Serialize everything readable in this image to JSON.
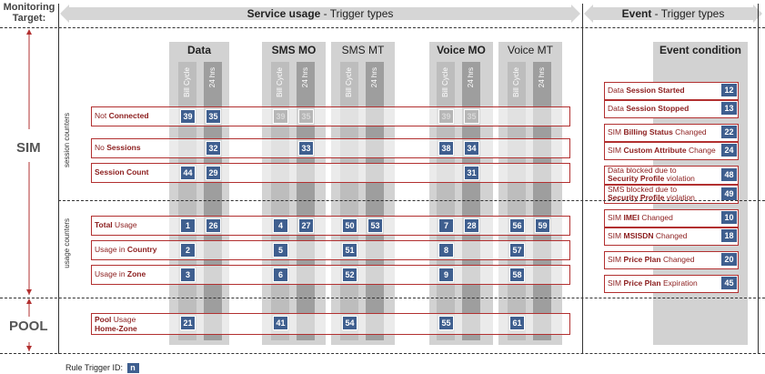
{
  "header": {
    "monitoring_target": "Monitoring Target:",
    "service_usage_bold": "Service usage",
    "service_usage_rest": " - Trigger types",
    "event_bold": "Event",
    "event_rest": " - Trigger types"
  },
  "side": {
    "sim": "SIM",
    "pool": "POOL",
    "session_counters": "session counters",
    "usage_counters": "usage counters"
  },
  "columns": [
    {
      "name": "Data",
      "bold": true
    },
    {
      "name": "SMS MO",
      "bold": true
    },
    {
      "name": "SMS MT",
      "bold": false
    },
    {
      "name": "Voice MO",
      "bold": true
    },
    {
      "name": "Voice MT",
      "bold": false
    }
  ],
  "strip_labels": {
    "bill_cycle": "Bill Cycle",
    "hrs24": "24 hrs"
  },
  "rows": [
    {
      "pre": "Not ",
      "bold": "Connected",
      "post": "",
      "line2": ""
    },
    {
      "pre": "No ",
      "bold": "Sessions",
      "post": "",
      "line2": ""
    },
    {
      "pre": "",
      "bold": "Session Count",
      "post": "",
      "line2": ""
    },
    {
      "pre": "",
      "bold": "Total",
      "post": " Usage",
      "line2": ""
    },
    {
      "pre": "Usage in ",
      "bold": "Country",
      "post": "",
      "line2": ""
    },
    {
      "pre": "Usage in ",
      "bold": "Zone",
      "post": "",
      "line2": ""
    },
    {
      "pre": "",
      "bold": "Pool",
      "post": " Usage",
      "line2": "Home-Zone"
    }
  ],
  "badges": {
    "r0": [
      "39",
      "35",
      "39",
      "35",
      "39",
      "35"
    ],
    "r1": [
      "32",
      "33",
      "38",
      "34"
    ],
    "r2": [
      "44",
      "29",
      "31"
    ],
    "r3": [
      "1",
      "26",
      "4",
      "27",
      "50",
      "53",
      "7",
      "28",
      "56",
      "59"
    ],
    "r4": [
      "2",
      "5",
      "51",
      "8",
      "57"
    ],
    "r5": [
      "3",
      "6",
      "52",
      "9",
      "58"
    ],
    "r6": [
      "21",
      "41",
      "54",
      "55",
      "61"
    ]
  },
  "event": {
    "title": "Event condition",
    "items": [
      {
        "pre": "Data ",
        "bold": "Session Started",
        "post": "",
        "line2_pre": "",
        "line2_bold": "",
        "line2_post": "",
        "id": "12"
      },
      {
        "pre": "Data ",
        "bold": "Session Stopped",
        "post": "",
        "line2_pre": "",
        "line2_bold": "",
        "line2_post": "",
        "id": "13"
      },
      {
        "pre": "SIM ",
        "bold": "Billing Status",
        "post": " Changed",
        "line2_pre": "",
        "line2_bold": "",
        "line2_post": "",
        "id": "22"
      },
      {
        "pre": "SIM ",
        "bold": "Custom Attribute",
        "post": " Change",
        "line2_pre": "",
        "line2_bold": "",
        "line2_post": "",
        "id": "24"
      },
      {
        "pre": "Data blocked due to",
        "bold": "",
        "post": "",
        "line2_pre": "",
        "line2_bold": "Security Profile",
        "line2_post": " violation",
        "id": "48"
      },
      {
        "pre": "SMS blocked due to",
        "bold": "",
        "post": "",
        "line2_pre": "",
        "line2_bold": "Security Profile",
        "line2_post": " violation",
        "id": "49"
      },
      {
        "pre": "SIM ",
        "bold": "IMEI",
        "post": " Changed",
        "line2_pre": "",
        "line2_bold": "",
        "line2_post": "",
        "id": "10"
      },
      {
        "pre": "SIM ",
        "bold": "MSISDN",
        "post": " Changed",
        "line2_pre": "",
        "line2_bold": "",
        "line2_post": "",
        "id": "18"
      },
      {
        "pre": "SIM ",
        "bold": "Price Plan",
        "post": " Changed",
        "line2_pre": "",
        "line2_bold": "",
        "line2_post": "",
        "id": "20"
      },
      {
        "pre": "SIM ",
        "bold": "Price Plan",
        "post": " Expiration",
        "line2_pre": "",
        "line2_bold": "",
        "line2_post": "",
        "id": "45"
      }
    ]
  },
  "legend": {
    "label": "Rule Trigger ID:",
    "sample": "n"
  },
  "colors": {
    "badge": "#3f5f8f",
    "border_red": "#b23030",
    "text_red": "#8b1c1c",
    "column_bg": "#d2d2d2"
  }
}
